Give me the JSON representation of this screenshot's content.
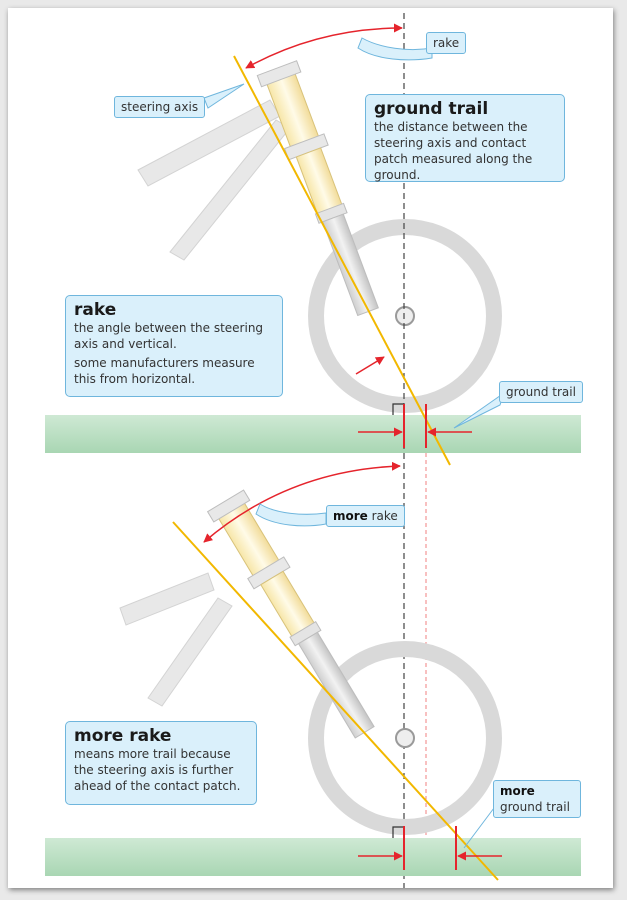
{
  "top": {
    "callout_rake": "rake",
    "callout_steering_axis": "steering axis",
    "callout_ground_trail": "ground trail",
    "ground_trail_box": {
      "title": "ground trail",
      "text": "the distance between the steering axis and contact patch measured along the ground."
    },
    "rake_box": {
      "title": "rake",
      "text1": "the angle between the steering axis and vertical.",
      "text2": "some manufacturers measure this from horizontal."
    }
  },
  "bottom": {
    "callout_more_rake_bold": "more",
    "callout_more_rake_rest": " rake",
    "callout_more_trail_bold": "more",
    "callout_more_trail_rest": " ground trail",
    "more_rake_box": {
      "title": "more rake",
      "text": "means more trail because the steering axis is further ahead of the contact patch."
    }
  },
  "colors": {
    "axis_line": "#f2b800",
    "arrow": "#e5242c",
    "ground": "#bde0c6",
    "callout_fill": "#daf0fb",
    "callout_stroke": "#6fb6dd",
    "wheel": "#d6d6d6",
    "fork_stanchion": "#fdf2c8"
  }
}
